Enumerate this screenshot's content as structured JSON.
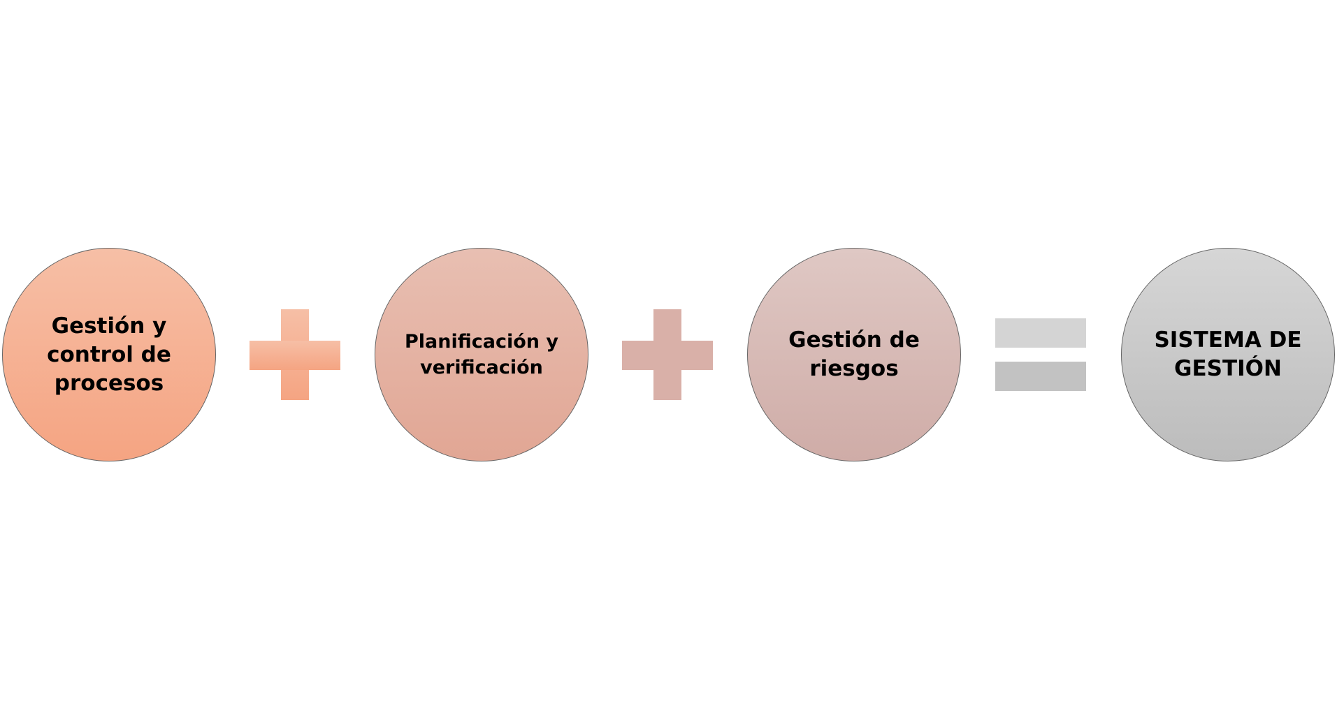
{
  "items": [
    {
      "label": "Gestión y control de procesos"
    },
    {
      "label": "Planificación y verificación"
    },
    {
      "label": "Gestión de riesgos"
    },
    {
      "label": "SISTEMA DE GESTIÓN"
    }
  ],
  "operators": [
    "plus",
    "plus",
    "equals"
  ]
}
